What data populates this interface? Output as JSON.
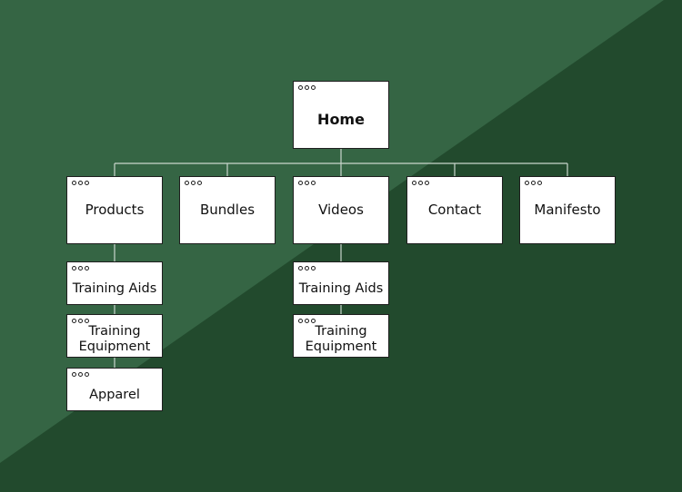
{
  "colors": {
    "background_dark": "#224a2d",
    "background_light": "#356544",
    "card_fill": "#ffffff",
    "card_border": "#1f1f1f",
    "connector": "#c9d6cc"
  },
  "sitemap": {
    "home": "Home",
    "sections": {
      "products": "Products",
      "bundles": "Bundles",
      "videos": "Videos",
      "contact": "Contact",
      "manifesto": "Manifesto"
    },
    "products_children": {
      "training_aids": "Training Aids",
      "training_equipment": "Training Equipment",
      "apparel": "Apparel"
    },
    "videos_children": {
      "training_aids": "Training Aids",
      "training_equipment": "Training Equipment"
    }
  },
  "window_icon": "three-dots-window-icon"
}
